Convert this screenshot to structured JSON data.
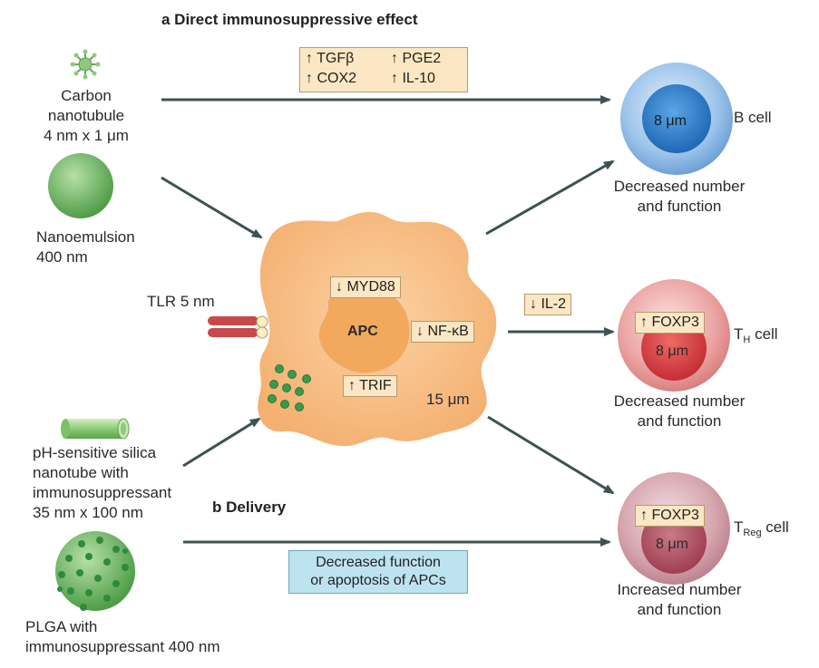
{
  "panel_a_title": "a  Direct immunosuppressive effect",
  "panel_b_title": "b  Delivery",
  "carbon_nanotubule": [
    "Carbon",
    "nanotubule",
    "4 nm x 1 μm"
  ],
  "nanoemulsion": [
    "Nanoemulsion",
    "400 nm"
  ],
  "tlr": "TLR 5 nm",
  "silica_nanotube": [
    "pH-sensitive silica",
    "nanotube with",
    "immunosuppressant",
    "35 nm x 100 nm"
  ],
  "plga": [
    "PLGA with",
    "immunosuppressant 400 nm"
  ],
  "top_cytokines": [
    "↑ TGFβ",
    "↑ PGE2",
    "↑ COX2",
    "↑ IL-10"
  ],
  "apc": {
    "label": "APC",
    "size": "15 μm",
    "myd88": "↓ MYD88",
    "nfkb": "↓ NF-κB",
    "trif": "↑ TRIF"
  },
  "il2": "↓ IL-2",
  "b_cell": {
    "size": "8 μm",
    "label": "B cell",
    "effect": [
      "Decreased number",
      "and function"
    ]
  },
  "th_cell": {
    "marker": "↑ FOXP3",
    "size": "8 μm",
    "label_main": "T",
    "label_sub": "H",
    "label_rest": " cell",
    "effect": [
      "Decreased number",
      "and function"
    ]
  },
  "treg_cell": {
    "marker": "↑ FOXP3",
    "size": "8 μm",
    "label_main": "T",
    "label_sub": "Reg",
    "label_rest": " cell",
    "effect": [
      "Increased number",
      "and function"
    ]
  },
  "delivery_box": [
    "Decreased function",
    "or apoptosis of APCs"
  ],
  "colors": {
    "arrow": "#3d5252",
    "apc_body": "#f7c089",
    "apc_nucleus": "#f0a65a",
    "b_cell": "#2e7cc4",
    "th_cell": "#d13a40",
    "treg_cell": "#b4505f",
    "green": "#5dab55",
    "tag_fill": "#fbe7c3",
    "blue_tag": "#bde3f1"
  }
}
